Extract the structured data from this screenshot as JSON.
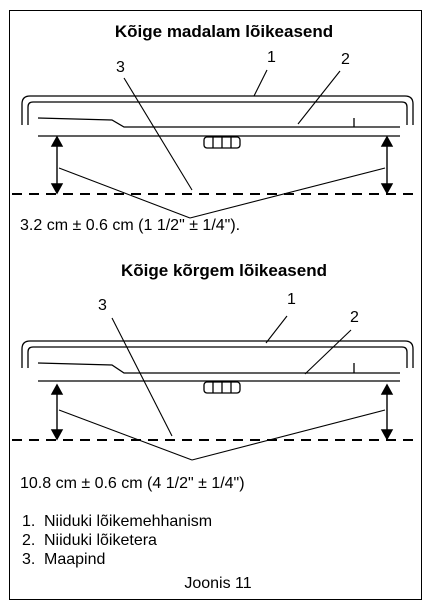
{
  "figure": {
    "caption": "Joonis 11",
    "panels": [
      {
        "title": "Kõige madalam lõikeasend",
        "measurement": "3.2 cm ± 0.6 cm (1 1/2\" ± 1/4\").",
        "callouts": [
          "1",
          "2",
          "3"
        ]
      },
      {
        "title": "Kõige kõrgem lõikeasend",
        "measurement": "10.8 cm ± 0.6 cm (4 1/2\" ± 1/4\")",
        "callouts": [
          "1",
          "2",
          "3"
        ]
      }
    ],
    "legend": [
      {
        "num": "1.",
        "text": "Niiduki lõikemehhanism"
      },
      {
        "num": "2.",
        "text": "Niiduki lõiketera"
      },
      {
        "num": "3.",
        "text": "Maapind"
      }
    ]
  }
}
